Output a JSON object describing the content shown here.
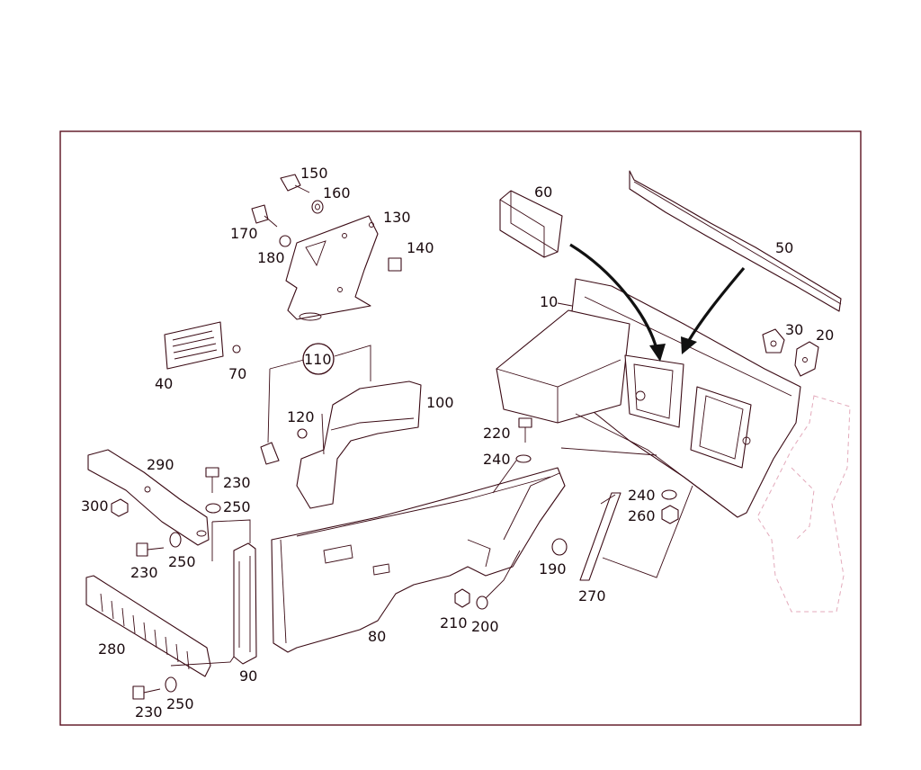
{
  "diagram": {
    "labels": {
      "p10": "10",
      "p20": "20",
      "p30": "30",
      "p40": "40",
      "p50": "50",
      "p60": "60",
      "p70": "70",
      "p80": "80",
      "p90": "90",
      "p100": "100",
      "p110": "110",
      "p120": "120",
      "p130": "130",
      "p140": "140",
      "p150": "150",
      "p160": "160",
      "p170": "170",
      "p180": "180",
      "p190": "190",
      "p200": "200",
      "p210": "210",
      "p220": "220",
      "p230a": "230",
      "p230b": "230",
      "p230c": "230",
      "p240a": "240",
      "p240b": "240",
      "p250a": "250",
      "p250b": "250",
      "p250c": "250",
      "p260": "260",
      "p270": "270",
      "p280": "280",
      "p290": "290",
      "p300": "300"
    },
    "colors": {
      "line": "#3a0a14",
      "frame": "#5a1020",
      "faint_outline": "#e3aabb",
      "arrow": "#111111"
    }
  }
}
